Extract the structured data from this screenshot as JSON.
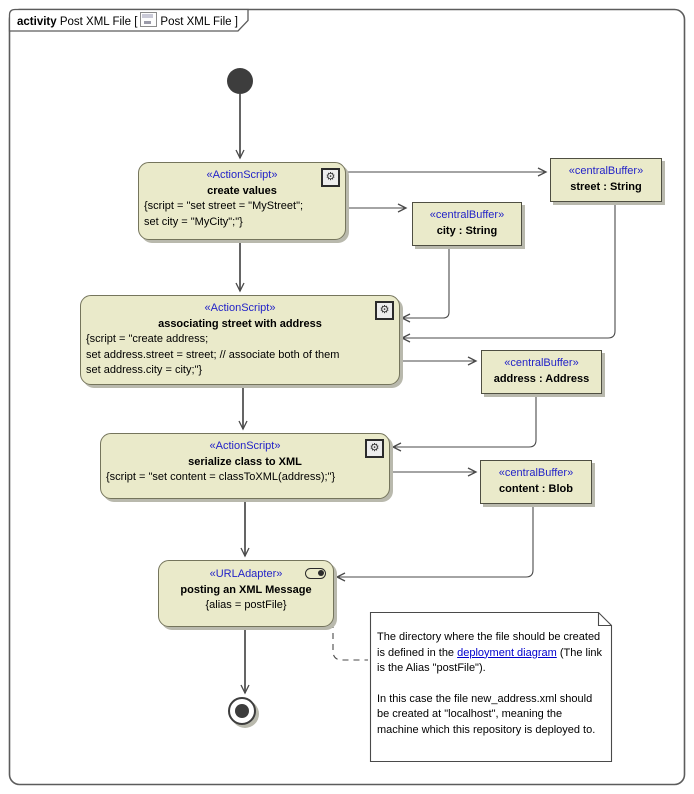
{
  "header": {
    "kind": "activity",
    "title": "Post XML File",
    "bracket_left": "[",
    "diagram_ref": "Post XML File",
    "bracket_right": "]"
  },
  "nodes": {
    "create_values": {
      "stereotype": "«ActionScript»",
      "name": "create values",
      "script_lines": [
        "{script = \"set street = \"MyStreet\";",
        "set city = \"MyCity\";\"}"
      ]
    },
    "associating": {
      "stereotype": "«ActionScript»",
      "name": "associating street with address",
      "script_lines": [
        "{script = \"create address;",
        "set address.street = street; // associate both of them",
        "set address.city = city;\"}"
      ]
    },
    "serialize": {
      "stereotype": "«ActionScript»",
      "name": "serialize class to XML",
      "script_lines": [
        "{script = \"set content = classToXML(address);\"}"
      ]
    },
    "posting": {
      "stereotype": "«URLAdapter»",
      "name": "posting an XML Message",
      "script_lines": [
        "{alias = postFile}"
      ]
    }
  },
  "buffers": {
    "street": {
      "stereotype": "«centralBuffer»",
      "name": "street : String"
    },
    "city": {
      "stereotype": "«centralBuffer»",
      "name": "city : String"
    },
    "address": {
      "stereotype": "«centralBuffer»",
      "name": "address : Address"
    },
    "content": {
      "stereotype": "«centralBuffer»",
      "name": "content : Blob"
    }
  },
  "note": {
    "text1": "The directory where the file should be created is defined in the ",
    "link": "deployment diagram",
    "text2": " (The link is the Alias \"postFile\").",
    "text3": "In this case the file new_address.xml should be created at \"localhost\", meaning the machine which this repository is deployed to."
  },
  "icons": {
    "action_gear": "⚙"
  },
  "colors": {
    "node_fill": "#eaeaca",
    "node_border": "#75755c",
    "stereotype_text": "#2323c8",
    "flow_line": "#4a4a4a",
    "link": "#0000cc",
    "shadow": "#b9b9ad"
  }
}
